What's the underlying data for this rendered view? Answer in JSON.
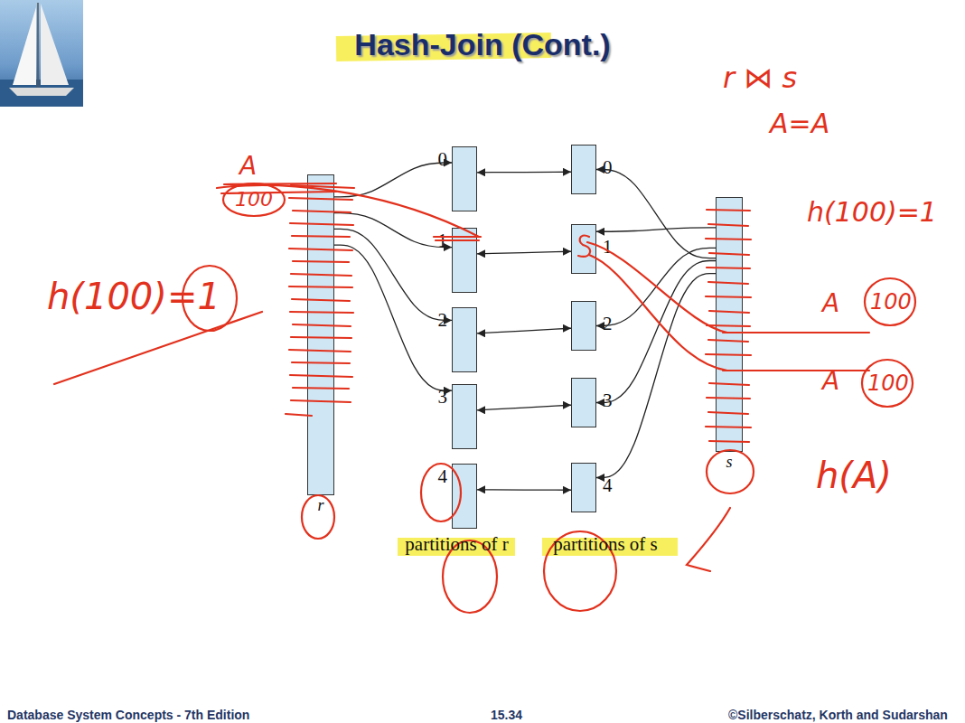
{
  "diagram": {
    "title": "Hash-Join (Cont.)",
    "nodes": [
      {
        "text": [
          "r"
        ]
      },
      {
        "text": [
          "0"
        ]
      },
      {
        "text": [
          "1"
        ]
      },
      {
        "text": [
          "2"
        ]
      },
      {
        "text": [
          "3"
        ]
      },
      {
        "text": [
          "4"
        ]
      },
      {
        "text": [
          "0"
        ]
      },
      {
        "text": [
          "1"
        ]
      },
      {
        "text": [
          "2"
        ]
      },
      {
        "text": [
          "3"
        ]
      },
      {
        "text": [
          "4"
        ]
      },
      {
        "text": [
          "s"
        ]
      }
    ],
    "edges": [
      {
        "from": 0,
        "to": 1,
        "arrow": "to"
      },
      {
        "from": 0,
        "to": 2,
        "arrow": "to"
      },
      {
        "from": 0,
        "to": 3,
        "arrow": "to"
      },
      {
        "from": 0,
        "to": 4,
        "arrow": "to"
      },
      {
        "from": 1,
        "to": 6,
        "arrow": "both"
      },
      {
        "from": 2,
        "to": 7,
        "arrow": "both"
      },
      {
        "from": 3,
        "to": 8,
        "arrow": "both"
      },
      {
        "from": 4,
        "to": 9,
        "arrow": "both"
      },
      {
        "from": 5,
        "to": 10,
        "arrow": "both"
      },
      {
        "from": 11,
        "to": 6,
        "arrow": "to"
      },
      {
        "from": 11,
        "to": 7,
        "arrow": "to"
      },
      {
        "from": 11,
        "to": 8,
        "arrow": "to"
      },
      {
        "from": 11,
        "to": 9,
        "arrow": "to"
      },
      {
        "from": 11,
        "to": 10,
        "arrow": "to"
      }
    ],
    "labels": [
      "partitions of r",
      "partitions of s",
      "r ⋈ s",
      "A=A",
      "h(100)=1",
      "A",
      "100",
      "h(100)=1",
      "A",
      "100",
      "A",
      "100",
      "h(A)",
      "Database System Concepts - 7th Edition",
      "15.34",
      "©Silberschatz, Korth and Sudarshan"
    ]
  }
}
